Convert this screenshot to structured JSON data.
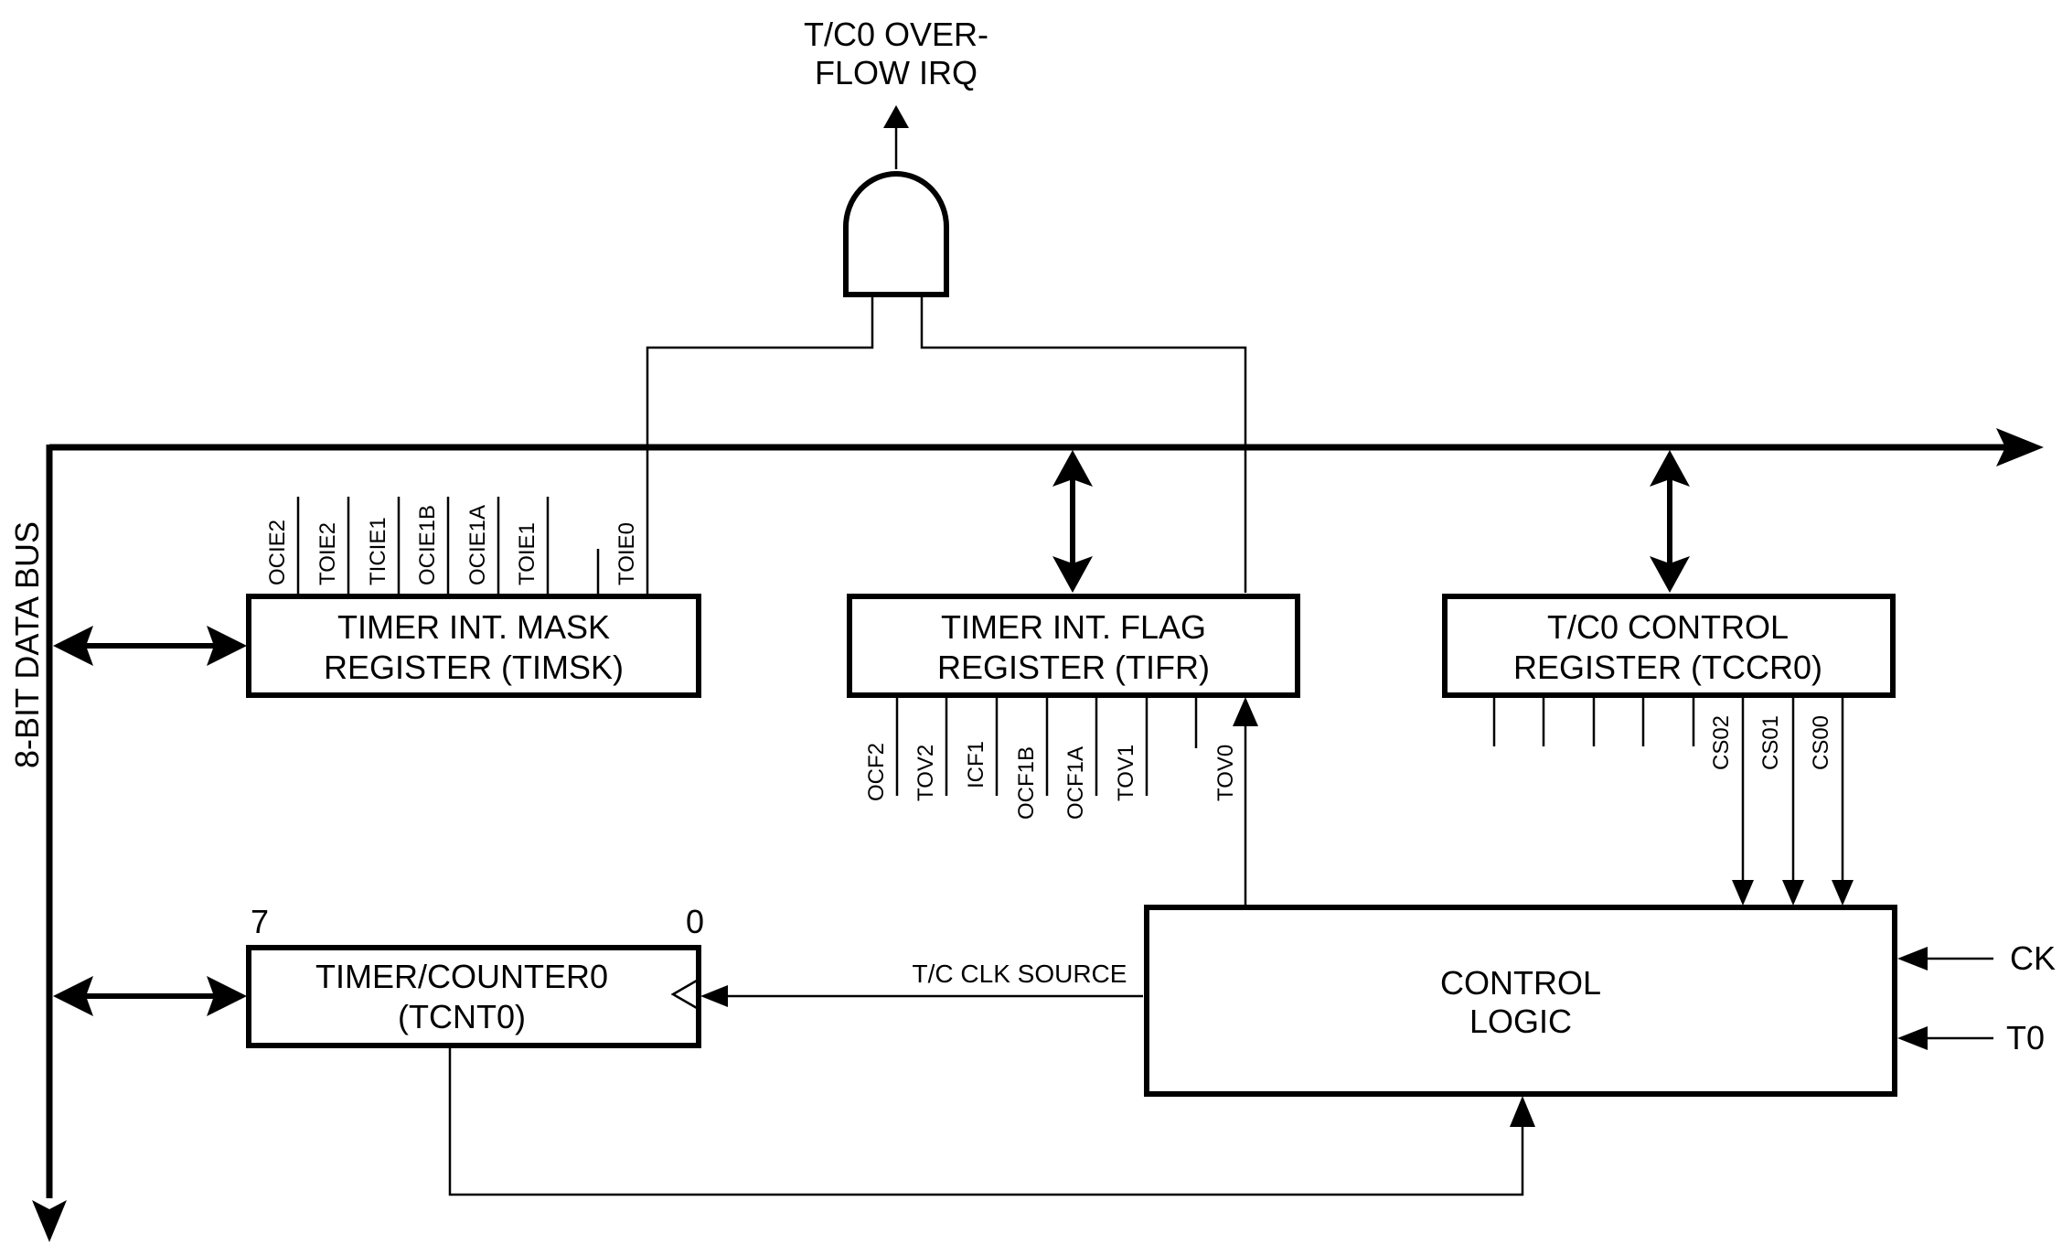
{
  "irq": {
    "line1": "T/C0 OVER-",
    "line2": "FLOW IRQ"
  },
  "bus": {
    "label": "8-BIT DATA BUS"
  },
  "timsk": {
    "line1": "TIMER INT. MASK",
    "line2": "REGISTER (TIMSK)",
    "bits": [
      "OCIE2",
      "TOIE2",
      "TICIE1",
      "OCIE1B",
      "OCIE1A",
      "TOIE1",
      "TOIE0"
    ]
  },
  "tifr": {
    "line1": "TIMER INT. FLAG",
    "line2": "REGISTER (TIFR)",
    "bits": [
      "OCF2",
      "TOV2",
      "ICF1",
      "OCF1B",
      "OCF1A",
      "TOV1",
      "TOV0"
    ]
  },
  "tccr0": {
    "line1": "T/C0 CONTROL",
    "line2": "REGISTER (TCCR0)",
    "bits": [
      "CS02",
      "CS01",
      "CS00"
    ]
  },
  "tcnt0": {
    "line1": "TIMER/COUNTER0",
    "line2": "(TCNT0)",
    "msb": "7",
    "lsb": "0"
  },
  "control": {
    "line1": "CONTROL",
    "line2": "LOGIC"
  },
  "clk_source": "T/C CLK SOURCE",
  "inputs": {
    "ck": "CK",
    "t0": "T0"
  }
}
